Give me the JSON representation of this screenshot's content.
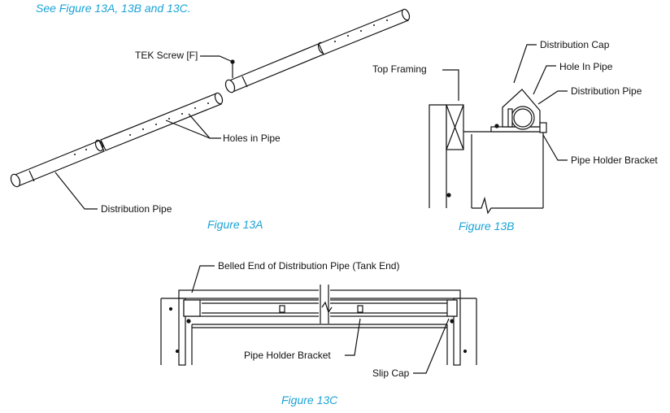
{
  "header": {
    "text": "See Figure 13A, 13B and 13C."
  },
  "figure_13a": {
    "caption": "Figure 13A",
    "labels": {
      "tek_screw": "TEK Screw [F]",
      "holes_in_pipe": "Holes in Pipe",
      "distribution_pipe": "Distribution Pipe"
    }
  },
  "figure_13b": {
    "caption": "Figure 13B",
    "labels": {
      "top_framing": "Top Framing",
      "distribution_cap": "Distribution Cap",
      "hole_in_pipe": "Hole In Pipe",
      "distribution_pipe": "Distribution Pipe",
      "pipe_holder_bracket": "Pipe Holder Bracket"
    }
  },
  "figure_13c": {
    "caption": "Figure 13C",
    "labels": {
      "belled_end": "Belled End of Distribution Pipe (Tank End)",
      "pipe_holder_bracket": "Pipe Holder Bracket",
      "slip_cap": "Slip Cap"
    }
  },
  "colors": {
    "caption": "#1aa3d6",
    "line": "#111111"
  }
}
